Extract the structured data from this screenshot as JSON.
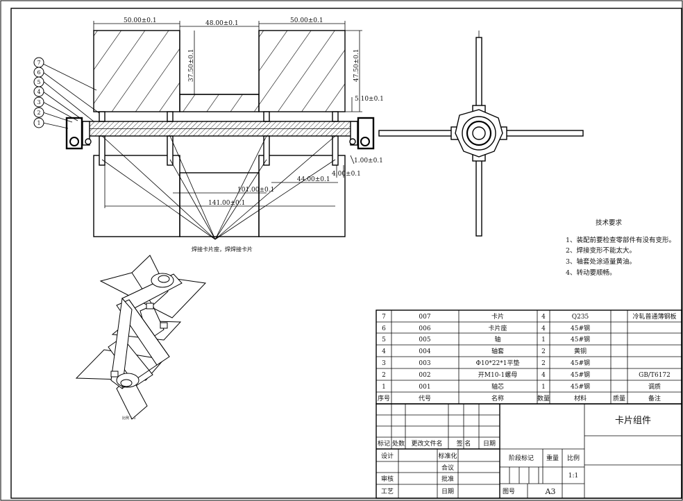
{
  "dimensions": {
    "top_left": "50.00±0.1",
    "top_mid": "48.00±0.1",
    "top_right": "50.00±0.1",
    "slot_depth": "37.50±0.1",
    "total_height": "47.50±0.1",
    "plate_offset": "5.10±0.1",
    "gap_small": "1.00±0.1",
    "width_4": "4.00±0.1",
    "span_44": "44.00±0.1",
    "span_101": "101.00±0.1",
    "span_141": "141.00±0.1"
  },
  "balloons": [
    "7",
    "6",
    "5",
    "4",
    "3",
    "2",
    "1"
  ],
  "weld_note": "焊接卡片座，焊焊接卡片",
  "iso_scale": "比例 1:2",
  "tech": {
    "title": "技术要求",
    "items": [
      "1、装配前要检查零部件有没有变形。",
      "2、焊接变形不能太大。",
      "3、轴套处涂适量黄油。",
      "4、转动要顺畅。"
    ]
  },
  "bom": {
    "headers": [
      "序号",
      "代号",
      "名称",
      "数量",
      "材料",
      "质量",
      "备注"
    ],
    "rows": [
      [
        "7",
        "007",
        "卡片",
        "4",
        "Q235",
        "",
        "冷轧普通薄钢板"
      ],
      [
        "6",
        "006",
        "卡片座",
        "4",
        "45#钢",
        "",
        ""
      ],
      [
        "5",
        "005",
        "轴",
        "1",
        "45#钢",
        "",
        ""
      ],
      [
        "4",
        "004",
        "轴套",
        "2",
        "黄铜",
        "",
        ""
      ],
      [
        "3",
        "003",
        "Φ10*22*1平垫",
        "2",
        "45#钢",
        "",
        ""
      ],
      [
        "2",
        "002",
        "开M10-1螺母",
        "4",
        "45#钢",
        "",
        "GB/T6172"
      ],
      [
        "1",
        "001",
        "轴芯",
        "1",
        "45#钢",
        "",
        "调质"
      ]
    ]
  },
  "title_block": {
    "part_name": "卡片组件",
    "rev_headers": [
      "标记",
      "处数",
      "更改文件名",
      "签 名",
      "日期"
    ],
    "design": "设计",
    "standard": "标准化",
    "review": "审核",
    "approve": "批准",
    "process": "工艺",
    "date": "日期",
    "check": "合议",
    "stage": "阶段标记",
    "weight": "重量",
    "scale_label": "比例",
    "scale": "1:1",
    "sheet_label": "图号",
    "size": "A3"
  }
}
